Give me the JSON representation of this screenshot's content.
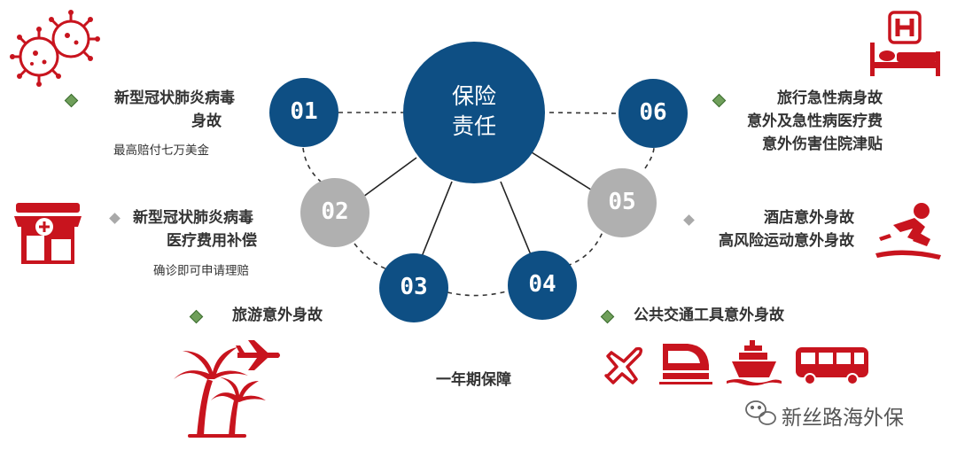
{
  "center": {
    "line1": "保险",
    "line2": "责任"
  },
  "nodes": [
    {
      "id": "01",
      "color": "#0e4f84"
    },
    {
      "id": "02",
      "color": "#b0b0b0"
    },
    {
      "id": "03",
      "color": "#0e4f84"
    },
    {
      "id": "04",
      "color": "#0e4f84"
    },
    {
      "id": "05",
      "color": "#b0b0b0"
    },
    {
      "id": "06",
      "color": "#0e4f84"
    }
  ],
  "items": {
    "item01": {
      "line1": "新型冠状肺炎病毒",
      "line2": "身故",
      "note": "最高赔付七万美金"
    },
    "item02": {
      "line1": "新型冠状肺炎病毒",
      "line2": "医疗费用补偿",
      "note": "确诊即可申请理赔"
    },
    "item03": {
      "line1": "旅游意外身故"
    },
    "item04": {
      "line1": "公共交通工具意外身故"
    },
    "item05": {
      "line1": "酒店意外身故",
      "line2": "高风险运动意外身故"
    },
    "item06": {
      "line1": "旅行急性病身故",
      "line2": "意外及急性病医疗费",
      "line3": "意外伤害住院津贴"
    }
  },
  "bottom_label": "一年期保障",
  "watermark": "新丝路海外保",
  "colors": {
    "primary": "#0e4f84",
    "accent_red": "#c8141e",
    "gray_node": "#b0b0b0"
  },
  "icons": [
    "virus-icon",
    "hospital-bed-icon",
    "clinic-icon",
    "skier-icon",
    "palm-tree-icon",
    "airplane-icon",
    "train-icon",
    "ship-icon",
    "bus-icon",
    "wechat-icon"
  ]
}
